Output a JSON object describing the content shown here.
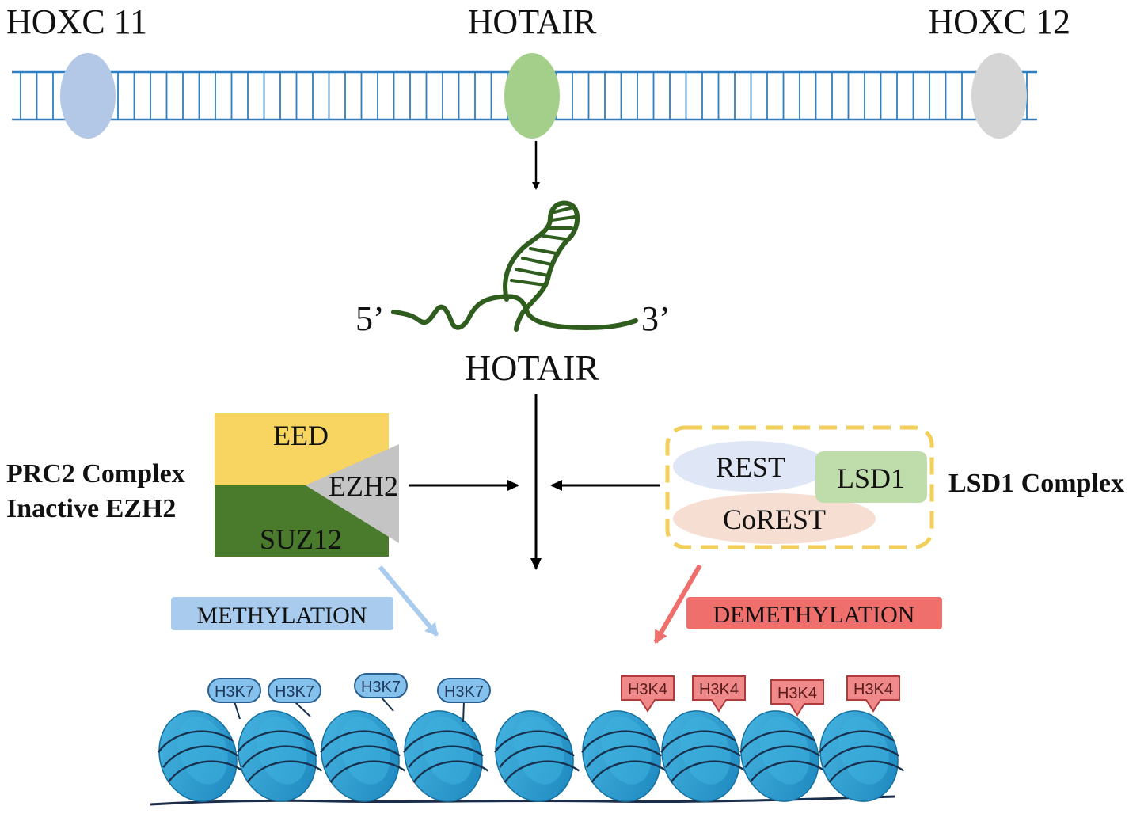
{
  "genes": {
    "hoxc11": "HOXC 11",
    "hotair": "HOTAIR",
    "hoxc12": "HOXC 12"
  },
  "rna": {
    "five_prime": "5’",
    "three_prime": "3’",
    "label": "HOTAIR"
  },
  "prc2": {
    "title_line1": "PRC2 Complex",
    "title_line2": "Inactive EZH2",
    "eed": "EED",
    "ezh2": "EZH2",
    "suz12": "SUZ12"
  },
  "lsd1": {
    "title": "LSD1 Complex",
    "rest": "REST",
    "lsd1": "LSD1",
    "corest": "CoREST"
  },
  "processes": {
    "methylation": "METHYLATION",
    "demethylation": "DEMETHYLATION"
  },
  "histone_marks": {
    "left": [
      "H3K7",
      "H3K7",
      "H3K7",
      "H3K7"
    ],
    "right": [
      "H3K4",
      "H3K4",
      "H3K4",
      "H3K4"
    ]
  },
  "colors": {
    "dna_line": "#2f7fc0",
    "hoxc11_oval": "#b3c7e6",
    "hotair_oval": "#a4cf8a",
    "hoxc12_oval": "#d5d5d5",
    "rna": "#2f5d1e",
    "eed": "#f8d461",
    "suz12": "#4a7a2c",
    "ezh2": "#c4c4c4",
    "rest": "#dfe6f5",
    "lsd1": "#bfddaa",
    "corest": "#f6dfd2",
    "lsd1_border": "#f2cf5a",
    "methylation_box": "#a9cbed",
    "demethylation_box": "#ef6f6c",
    "nucleosome": "#2a9fd0",
    "h3k7_tag": "#84c1ec",
    "h3k4_tag": "#f08a8a"
  }
}
